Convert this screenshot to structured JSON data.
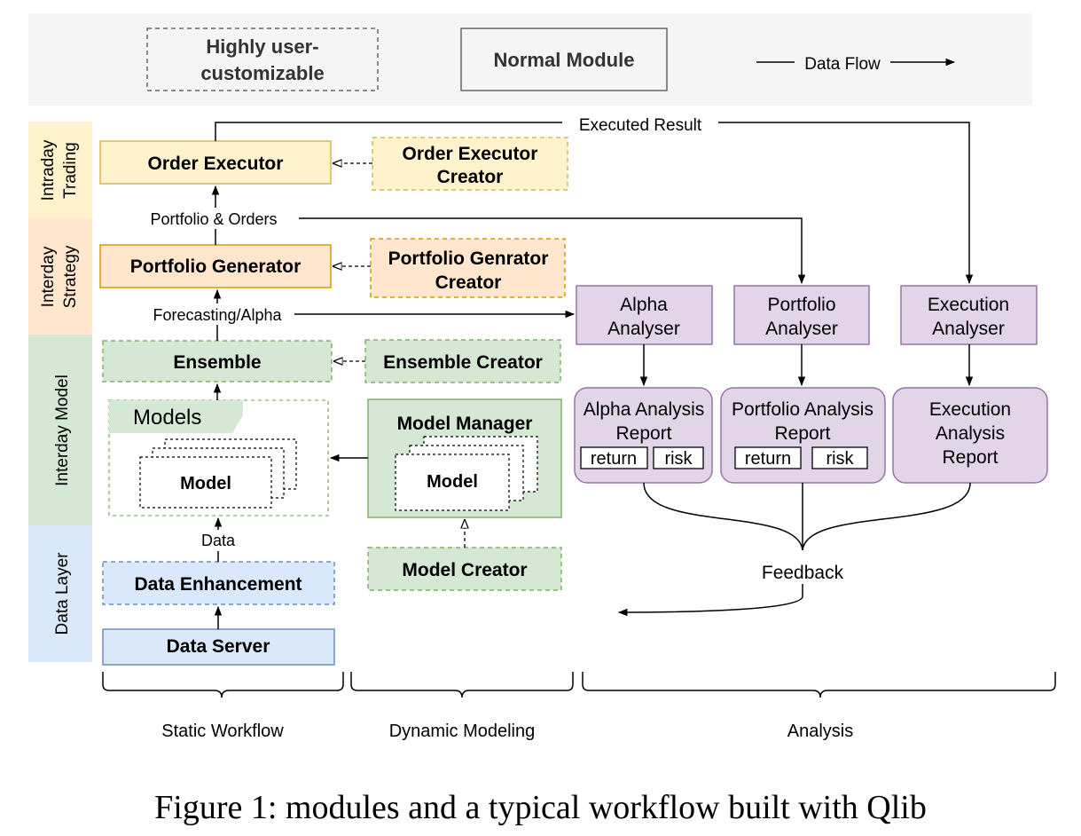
{
  "legend": {
    "customizable": [
      "Highly user-",
      "customizable"
    ],
    "normal": "Normal Module",
    "flow": "Data Flow"
  },
  "layers": {
    "intraday_trading": [
      "Intraday",
      "Trading"
    ],
    "interday_strategy": [
      "Interday",
      "Strategy"
    ],
    "interday_model": "Interday Model",
    "data_layer": "Data Layer"
  },
  "modules": {
    "order_executor": "Order Executor",
    "order_executor_creator": [
      "Order Executor",
      "Creator"
    ],
    "portfolio_generator": "Portfolio Generator",
    "portfolio_generator_creator": [
      "Portfolio Genrator",
      "Creator"
    ],
    "ensemble": "Ensemble",
    "ensemble_creator": "Ensemble Creator",
    "models": "Models",
    "model": "Model",
    "model_manager": "Model Manager",
    "model_creator": "Model Creator",
    "data_enhancement": "Data Enhancement",
    "data_server": "Data Server"
  },
  "flow_labels": {
    "executed_result": "Executed Result",
    "portfolio_orders": "Portfolio & Orders",
    "forecasting_alpha": "Forecasting/Alpha",
    "data": "Data",
    "feedback": "Feedback"
  },
  "analysers": {
    "alpha": [
      "Alpha",
      "Analyser"
    ],
    "portfolio": [
      "Portfolio",
      "Analyser"
    ],
    "execution": [
      "Execution",
      "Analyser"
    ]
  },
  "reports": {
    "alpha": [
      "Alpha Analysis",
      "Report"
    ],
    "portfolio": [
      "Portfolio Analysis",
      "Report"
    ],
    "execution": [
      "Execution",
      "Analysis",
      "Report"
    ],
    "return": "return",
    "risk": "risk"
  },
  "sections": {
    "static": "Static Workflow",
    "dynamic": "Dynamic Modeling",
    "analysis": "Analysis"
  },
  "caption": "Figure 1: modules and a typical workflow built with Qlib",
  "colors": {
    "trading": "#fff2cc",
    "trading_border": "#d6b656",
    "strategy": "#ffe6cc",
    "strategy_border": "#d79b00",
    "model": "#d5e8d4",
    "model_border": "#82b366",
    "data": "#dae8fc",
    "data_border": "#6c8ebf",
    "analysis": "#e1d5e7",
    "analysis_border": "#9673a6",
    "legend_bg": "#f5f5f5"
  }
}
